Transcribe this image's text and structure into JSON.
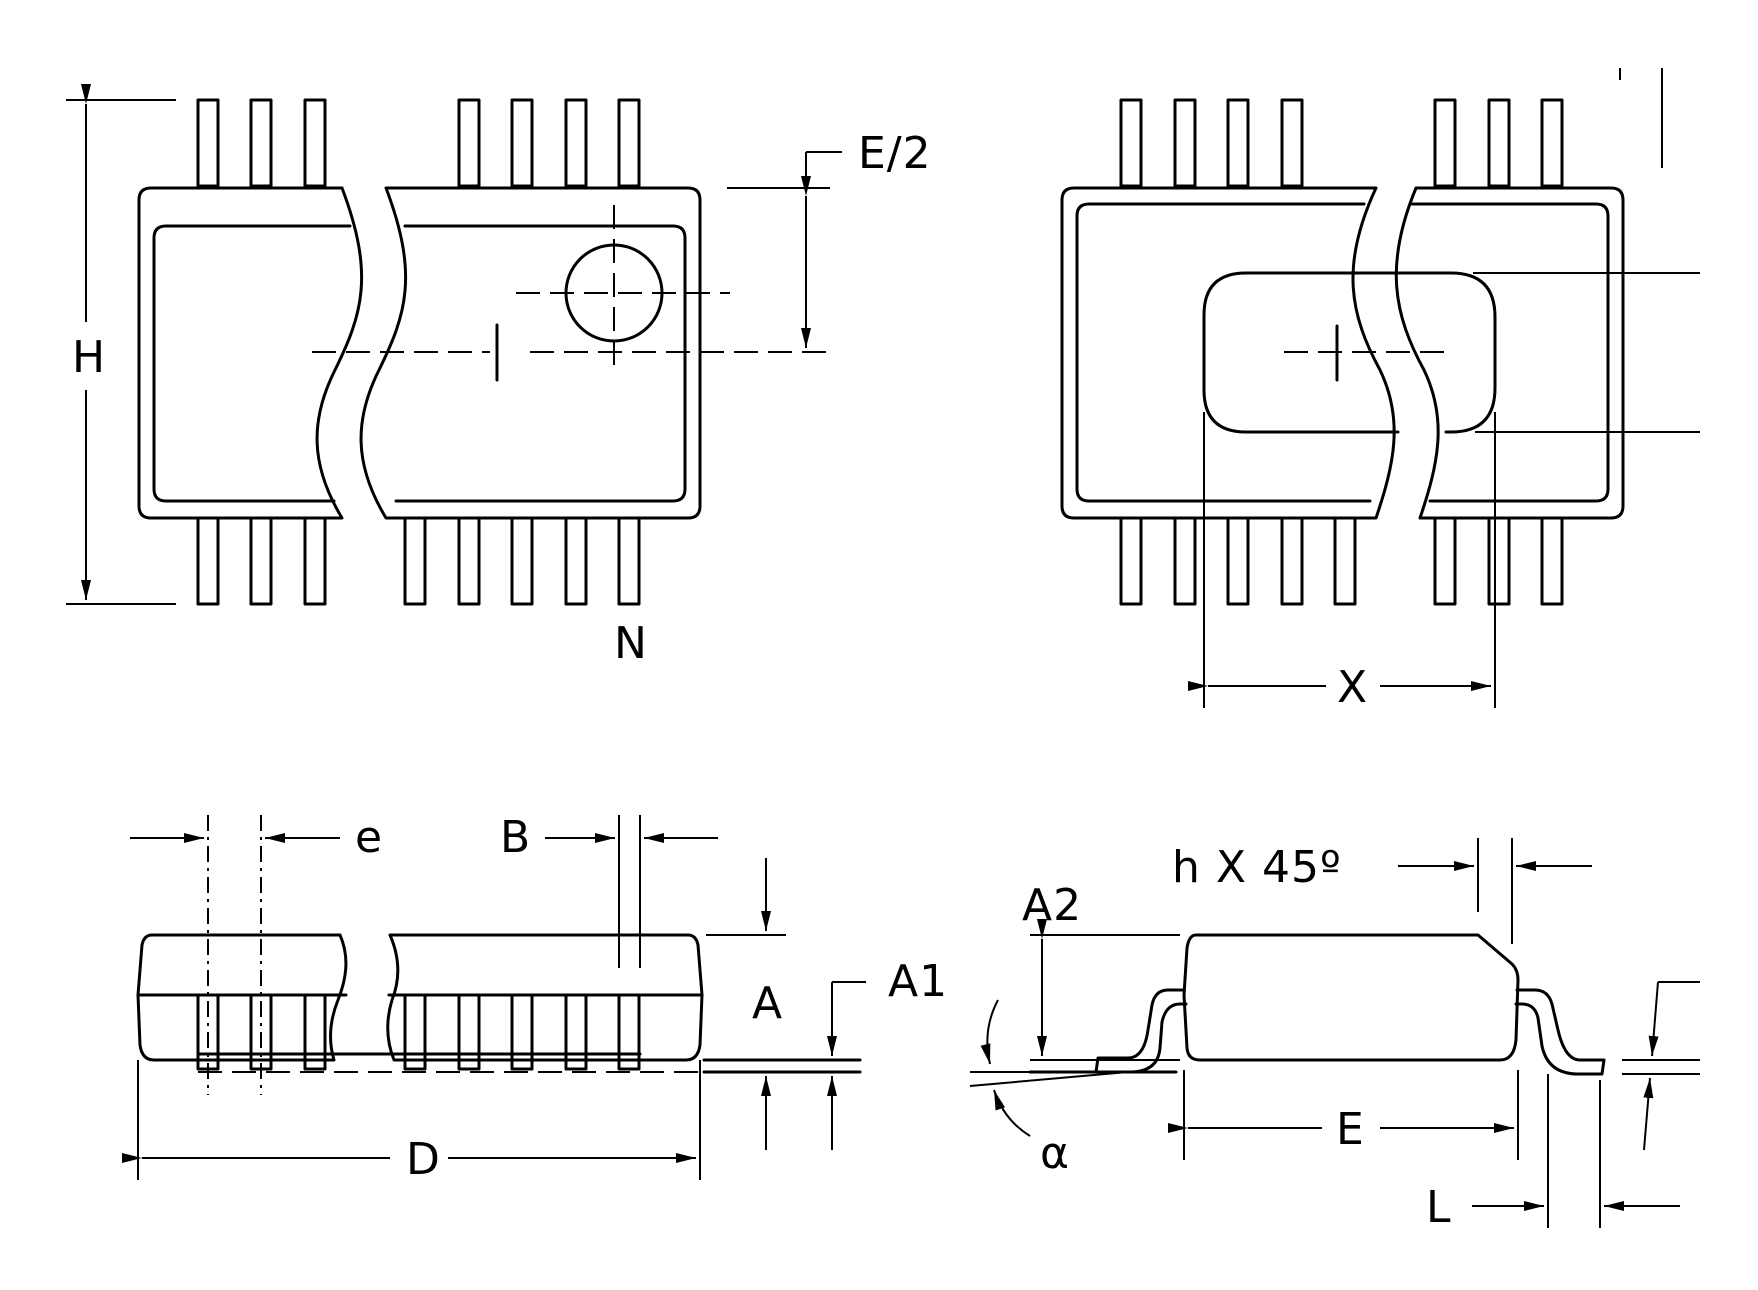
{
  "drawing": {
    "type": "mechanical package outline drawing",
    "views": [
      "top-view",
      "bottom-view",
      "side-view",
      "end-view"
    ],
    "labels": {
      "H": "H",
      "E_half": "E/2",
      "N": "N",
      "X": "X",
      "e": "e",
      "B": "B",
      "A": "A",
      "A1": "A1",
      "A2": "A2",
      "D": "D",
      "chamfer": "h X 45º",
      "E": "E",
      "alpha": "α",
      "L": "L"
    },
    "colors": {
      "line": "#000000",
      "background": "#ffffff"
    }
  }
}
